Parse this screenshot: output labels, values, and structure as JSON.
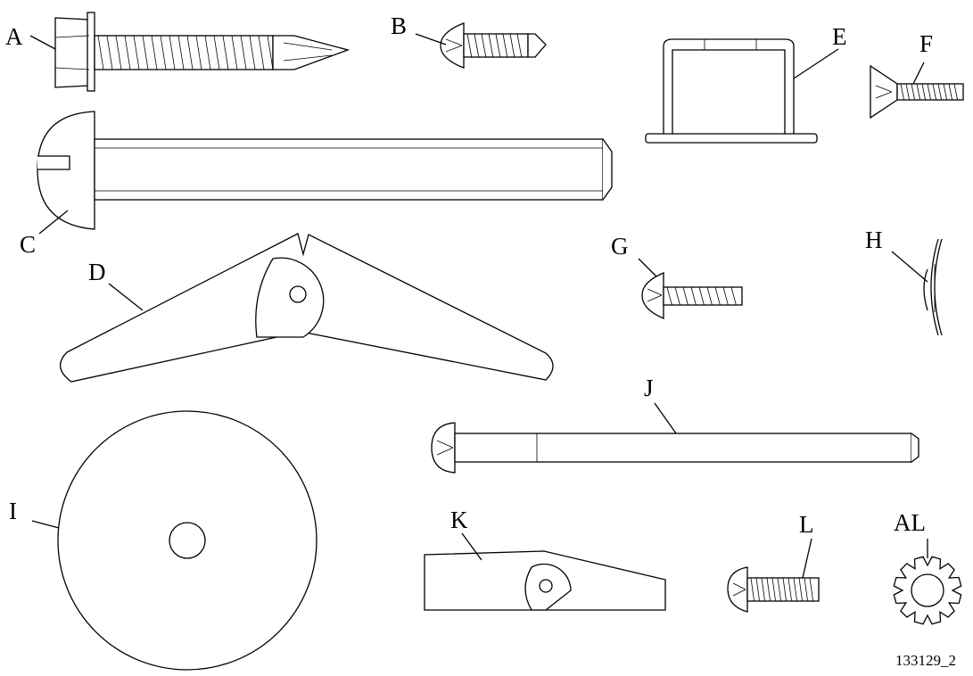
{
  "diagram": {
    "labels": {
      "A": "A",
      "B": "B",
      "C": "C",
      "D": "D",
      "E": "E",
      "F": "F",
      "G": "G",
      "H": "H",
      "I": "I",
      "J": "J",
      "K": "K",
      "L": "L",
      "AL": "AL"
    },
    "reference_number": "133129_2"
  }
}
